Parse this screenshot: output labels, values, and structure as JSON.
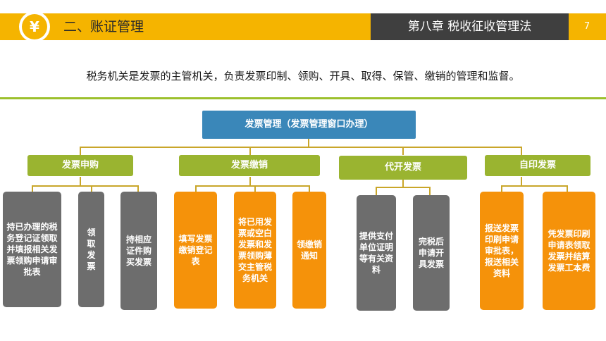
{
  "header": {
    "coin_symbol": "¥",
    "section_title": "二、账证管理",
    "chapter_title": "第八章   税收征收管理法",
    "page_number": "7"
  },
  "intro_text": "税务机关是发票的主管机关，负责发票印制、领购、开具、取得、保管、缴销的管理和监督。",
  "diagram": {
    "root": "发票管理（发票管理窗口办理）",
    "categories": [
      {
        "label": "发票申购",
        "leaves": [
          "持已办理的税务登记证领取并填报相关发票领购申请审批表",
          "领取发票",
          "持相应证件购买发票"
        ]
      },
      {
        "label": "发票缴销",
        "leaves": [
          "填写发票缴销登记表",
          "将已用发票或空白发票和发票领购薄交主管税务机关",
          "领缴销通知"
        ]
      },
      {
        "label": "代开发票",
        "leaves": [
          "提供支付单位证明等有关资料",
          "完税后申请开具发票"
        ]
      },
      {
        "label": "自印发票",
        "leaves": [
          "报送发票印刷申请审批表，报送相关资料",
          "凭发票印刷申请表领取发票并结算发票工本费"
        ]
      }
    ]
  },
  "colors": {
    "header_yellow": "#f5b400",
    "header_dark": "#3f3f3f",
    "root_blue": "#3a87b9",
    "category_green": "#9ab430",
    "leaf_gray": "#6d6d6d",
    "leaf_orange": "#f5920a",
    "connector": "#c9a62a"
  }
}
